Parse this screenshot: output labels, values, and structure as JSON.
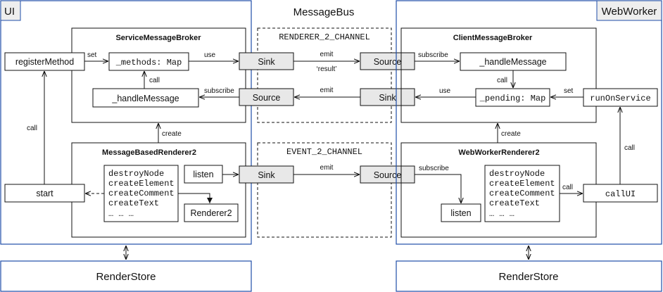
{
  "regions": {
    "ui": "UI",
    "bus": "MessageBus",
    "webworker": "WebWorker",
    "renderstore_left": "RenderStore",
    "renderstore_right": "RenderStore"
  },
  "left": {
    "service_broker": {
      "title": "ServiceMessageBroker",
      "methods": "_methods: Map",
      "handle": "_handleMessage"
    },
    "register_method": "registerMethod",
    "start": "start",
    "renderer": {
      "title": "MessageBasedRenderer2",
      "methods": [
        "destroyNode",
        "createElement",
        "createComment",
        "createText",
        "… … …"
      ],
      "listen": "listen",
      "renderer2": "Renderer2"
    }
  },
  "bus": {
    "renderer_channel": "RENDERER_2_CHANNEL",
    "event_channel": "EVENT_2_CHANNEL",
    "sink": "Sink",
    "source": "Source"
  },
  "right": {
    "client_broker": {
      "title": "ClientMessageBroker",
      "handle": "_handleMessage",
      "pending": "_pending: Map"
    },
    "run_on_service": "runOnService",
    "call_ui": "callUI",
    "renderer": {
      "title": "WebWorkerRenderer2",
      "methods": [
        "destroyNode",
        "createElement",
        "createComment",
        "createText",
        "… … …"
      ],
      "listen": "listen"
    }
  },
  "labels": {
    "set": "set",
    "use": "use",
    "call": "call",
    "subscribe": "subscribe",
    "emit": "emit",
    "result": "‘result’",
    "create": "create"
  }
}
